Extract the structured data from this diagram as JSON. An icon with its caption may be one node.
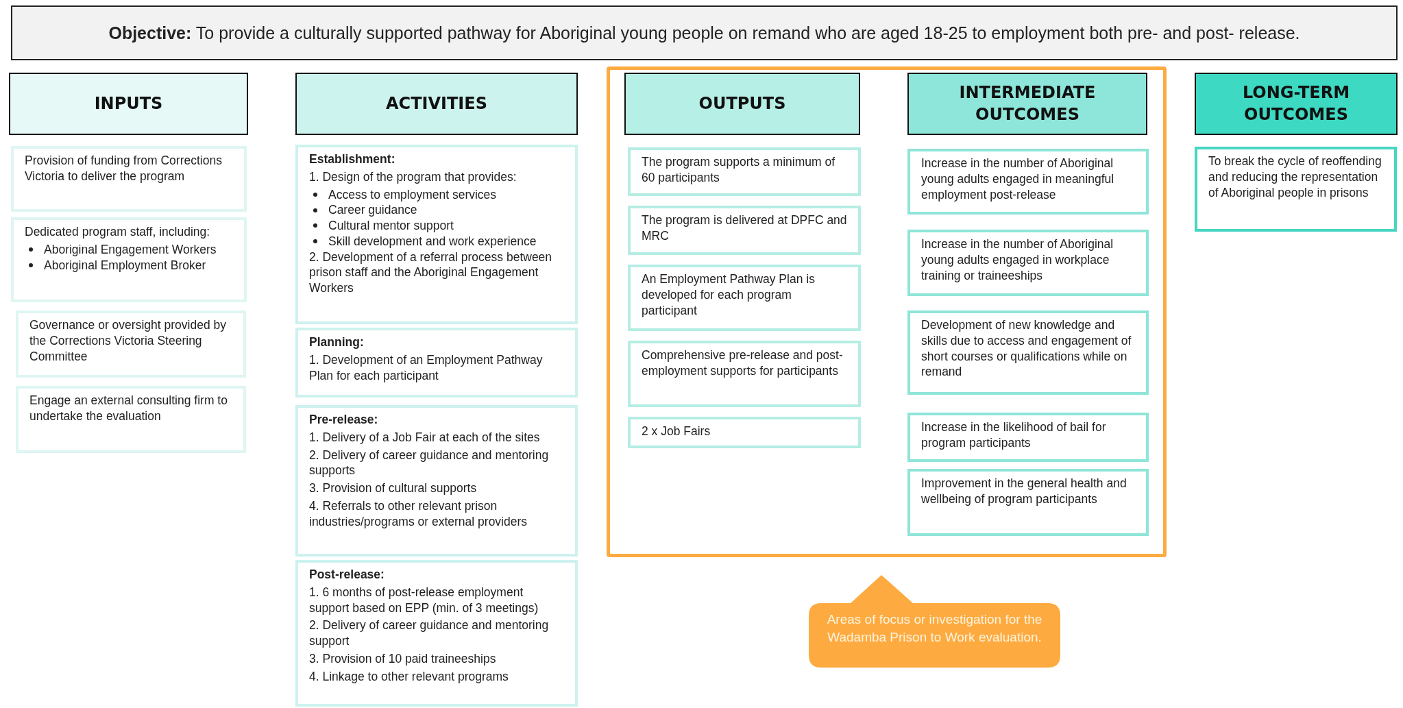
{
  "diagram": {
    "nodes": [
      {
        "text": [
          "**Objective:** To provide a culturally supported pathway for Aboriginal young people on remand who are aged 18-25 to employment both pre- and post- release."
        ]
      },
      {
        "text": [
          "INPUTS"
        ]
      },
      {
        "text": [
          "ACTIVITIES"
        ]
      },
      {
        "text": [],
        "shape": "box"
      },
      {
        "text": [
          "OUTPUTS"
        ],
        "in": 3
      },
      {
        "text": [
          "INTERMEDIATE OUTCOMES"
        ],
        "in": 3
      },
      {
        "text": [
          "LONG-TERM OUTCOMES"
        ]
      },
      {
        "text": [
          "Provision of funding from Corrections Victoria to deliver the program"
        ]
      },
      {
        "text": [
          "Dedicated program staff, including:",
          "Aboriginal Engagement Workers",
          "Aboriginal Employment Broker"
        ]
      },
      {
        "text": [
          "Governance or oversight provided by the Corrections Victoria Steering Committee"
        ]
      },
      {
        "text": [
          "Engage an external consulting firm to undertake the evaluation"
        ]
      },
      {
        "text": [
          "**Establishment**:",
          "1. Design of the program that provides:",
          "Access to employment services",
          "Career guidance",
          "Cultural mentor support",
          "Skill development and work experience",
          "2. Development of a referral process between prison staff and the Aboriginal Engagement Workers"
        ]
      },
      {
        "text": [
          "Planning:",
          "1. Development of an Employment Pathway Plan for each participant"
        ]
      },
      {
        "text": [
          "Pre-release:",
          "1. Delivery of a Job Fair at each of the sites",
          "2. Delivery of career guidance and mentoring supports",
          "3. Provision of cultural supports",
          "4. Referrals to other relevant prison industries/programs or external providers"
        ]
      },
      {
        "text": [
          "Post-release:",
          "1. 6 months of post-release employment support based on EPP (min. of 3 meetings)",
          "2. Delivery of career guidance and mentoring support",
          "3. Provision of 10 paid traineeships",
          "4. Linkage to other relevant programs"
        ]
      },
      {
        "text": [
          "The program supports a minimum of 60 participants"
        ],
        "in": 3
      },
      {
        "text": [
          "The program is delivered at DPFC and MRC"
        ],
        "in": 3
      },
      {
        "text": [
          "An Employment Pathway Plan is developed for each program participant"
        ],
        "in": 3
      },
      {
        "text": [
          "Comprehensive pre-release and post-employment supports for participants"
        ],
        "in": 3
      },
      {
        "text": [
          "2 x Job Fairs"
        ],
        "in": 3
      },
      {
        "text": [
          "Increase in the number of Aboriginal young adults engaged in meaningful employment post-release"
        ],
        "in": 3
      },
      {
        "text": [
          "Increase in the number of Aboriginal young adults engaged in workplace training or traineeships"
        ],
        "in": 3
      },
      {
        "text": [
          "Development of new knowledge and skills due to access and engagement of short courses or qualifications while on remand"
        ],
        "in": 3
      },
      {
        "text": [
          "Increase in the likelihood of bail for program participants"
        ],
        "in": 3
      },
      {
        "text": [
          "Improvement in the general health and wellbeing of program participants"
        ],
        "in": 3
      },
      {
        "text": [
          "To break the cycle of reoffending and reducing the representation of Aboriginal people in prisons"
        ]
      },
      {
        "text": [
          "Areas of focus or investigation for the Wadamba Prison to Work evaluation."
        ]
      }
    ]
  }
}
